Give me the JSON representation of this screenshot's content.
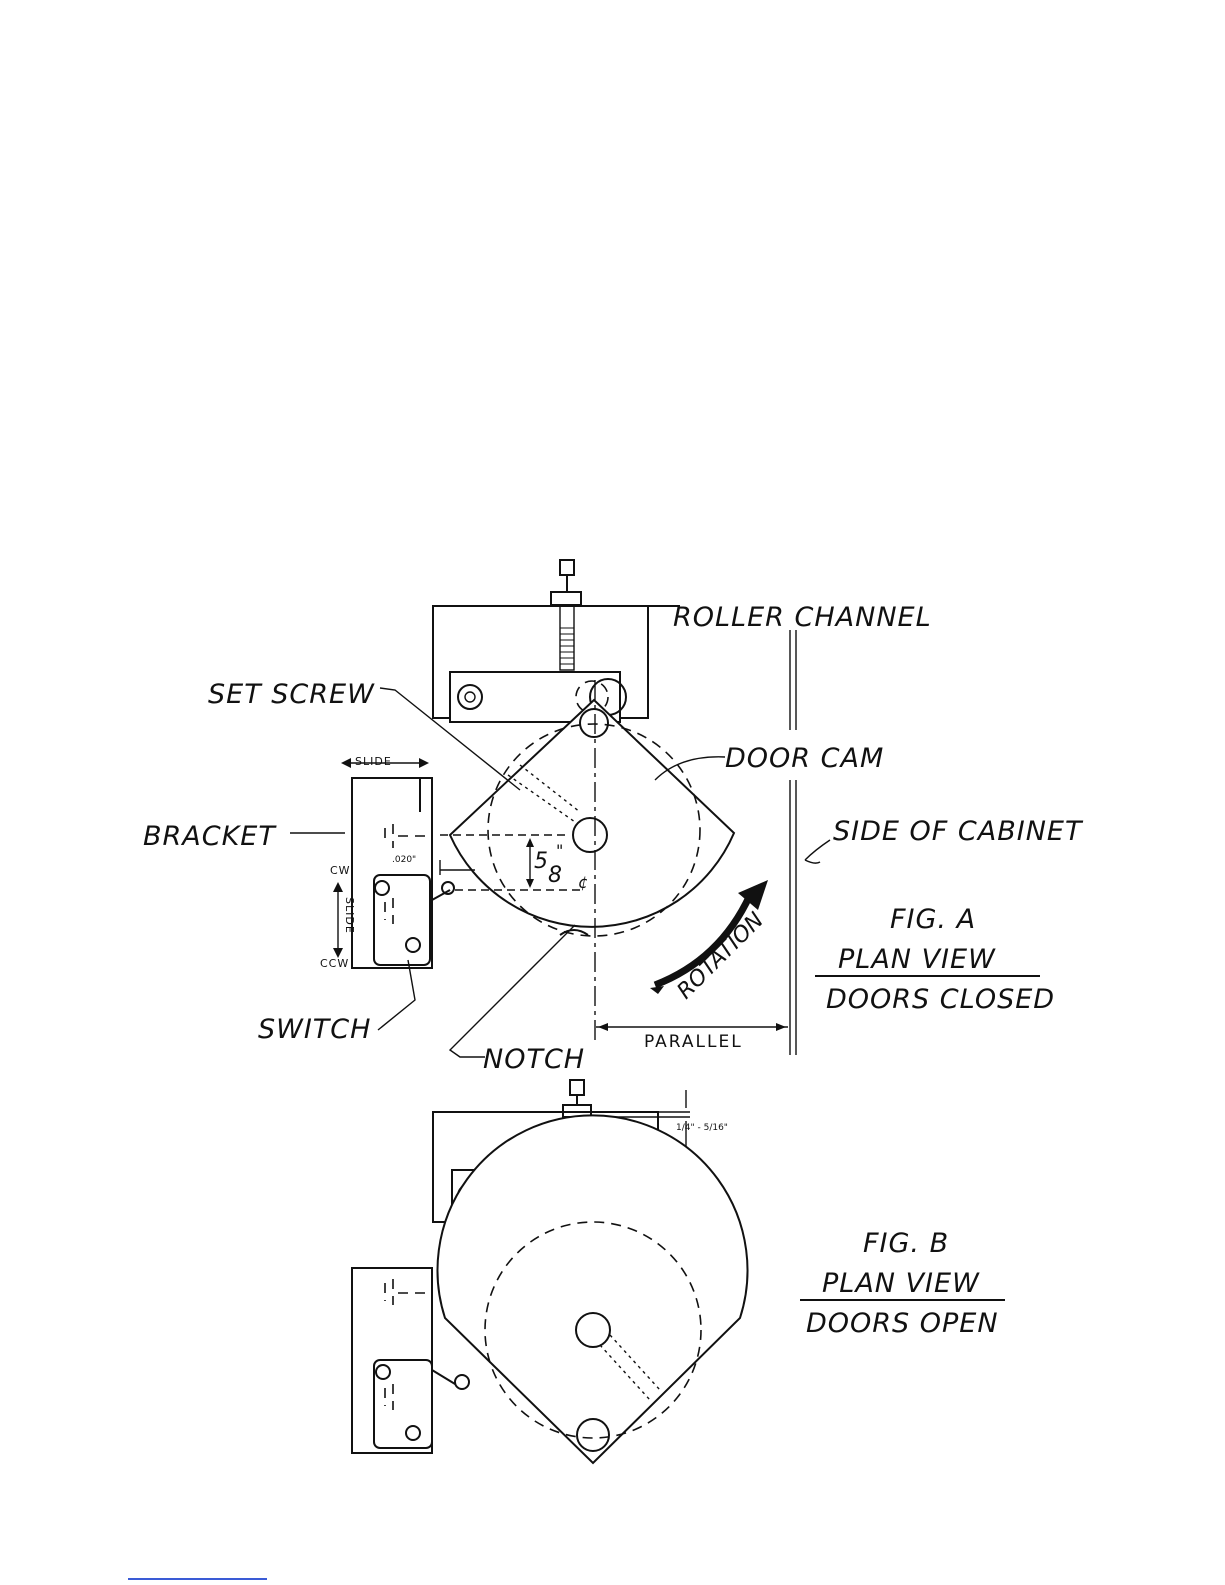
{
  "figures": {
    "fig_a": {
      "id": "FIG. A",
      "view": "PLAN VIEW",
      "state": "DOORS CLOSED"
    },
    "fig_b": {
      "id": "FIG. B",
      "view": "PLAN VIEW",
      "state": "DOORS OPEN"
    }
  },
  "labels": {
    "roller_channel": "ROLLER CHANNEL",
    "set_screw": "SET SCREW",
    "door_cam": "DOOR CAM",
    "bracket": "BRACKET",
    "side_of_cabinet": "SIDE OF CABINET",
    "switch": "SWITCH",
    "notch": "NOTCH",
    "rotation": "ROTATION",
    "parallel": "PARALLEL"
  },
  "annotations": {
    "slide_top": "SLIDE",
    "slide_side": "SLIDE",
    "cw": "CW",
    "ccw": "CCW",
    "gap": ".020\"",
    "offset_num": "5",
    "offset_den": "8",
    "offset_unit": "\"",
    "centerline": "¢",
    "screw_range": "1/4\" - 5/16\""
  }
}
